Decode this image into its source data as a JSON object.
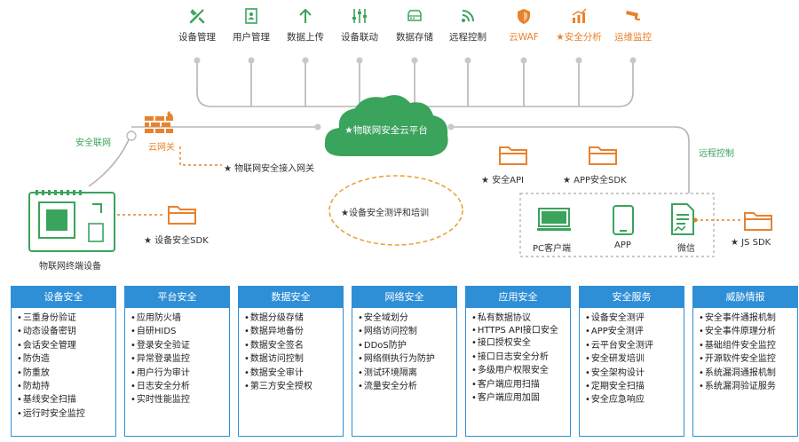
{
  "menu": [
    {
      "label": "设备管理",
      "icon": "wrench-icon",
      "color": "#3aa35c"
    },
    {
      "label": "用户管理",
      "icon": "user-card-icon",
      "color": "#3aa35c"
    },
    {
      "label": "数据上传",
      "icon": "upload-arrow-icon",
      "color": "#3aa35c"
    },
    {
      "label": "设备联动",
      "icon": "sliders-icon",
      "color": "#3aa35c"
    },
    {
      "label": "数据存储",
      "icon": "storage-drive-icon",
      "color": "#3aa35c"
    },
    {
      "label": "远程控制",
      "icon": "wifi-signal-icon",
      "color": "#3aa35c"
    },
    {
      "label": "云WAF",
      "icon": "shield-icon",
      "color": "#e8822c"
    },
    {
      "label": "★安全分析",
      "icon": "bar-chart-icon",
      "color": "#e8822c"
    },
    {
      "label": "运维监控",
      "icon": "cctv-camera-icon",
      "color": "#e8822c"
    }
  ],
  "cloud": {
    "label": "★物联网安全云平台"
  },
  "left": {
    "safe_link": "安全联网",
    "cloud_gateway": "云网关",
    "gateway_access": "★ 物联网安全接入网关",
    "device_sdk": "★ 设备安全SDK",
    "terminal": "物联网终端设备"
  },
  "center": {
    "eval_label": "★设备安全测评和培训"
  },
  "right": {
    "remote_control": "远程控制",
    "safe_api": "★ 安全API",
    "app_sdk": "★ APP安全SDK",
    "pc_client": "PC客户端",
    "app": "APP",
    "wechat": "微信",
    "js_sdk": "★ JS SDK"
  },
  "colors": {
    "green": "#3aa35c",
    "orange": "#e8822c",
    "blue": "#2f8fd6",
    "grey": "#b5b5b5"
  },
  "panels": [
    {
      "title": "设备安全",
      "items": [
        "三重身份验证",
        "动态设备密钥",
        "会话安全管理",
        "防伪造",
        "防重放",
        "防劫持",
        "基线安全扫描",
        "运行时安全监控"
      ]
    },
    {
      "title": "平台安全",
      "items": [
        "应用防火墙",
        "自研HIDS",
        "登录安全验证",
        "异常登录监控",
        "用户行为审计",
        "日志安全分析",
        "实时性能监控"
      ]
    },
    {
      "title": "数据安全",
      "items": [
        "数据分级存储",
        "数据异地备份",
        "数据安全签名",
        "数据访问控制",
        "数据安全审计",
        "第三方安全授权"
      ]
    },
    {
      "title": "网络安全",
      "items": [
        "安全域划分",
        "网络访问控制",
        "DDoS防护",
        "网络侧执行为防护",
        "测试环境隔离",
        "流量安全分析"
      ]
    },
    {
      "title": "应用安全",
      "items": [
        "私有数据协议",
        "HTTPS API接口安全",
        "接口授权安全",
        "接口日志安全分析",
        "多级用户权限安全",
        "客户端应用扫描",
        "客户端应用加固"
      ]
    },
    {
      "title": "安全服务",
      "items": [
        "设备安全测评",
        "APP安全测评",
        "云平台安全测评",
        "安全研发培训",
        "安全架构设计",
        "定期安全扫描",
        "安全应急响应"
      ]
    },
    {
      "title": "威胁情报",
      "items": [
        "安全事件通报机制",
        "安全事件原理分析",
        "基础组件安全监控",
        "开源软件安全监控",
        "系统漏洞通报机制",
        "系统漏洞验证服务"
      ]
    }
  ]
}
